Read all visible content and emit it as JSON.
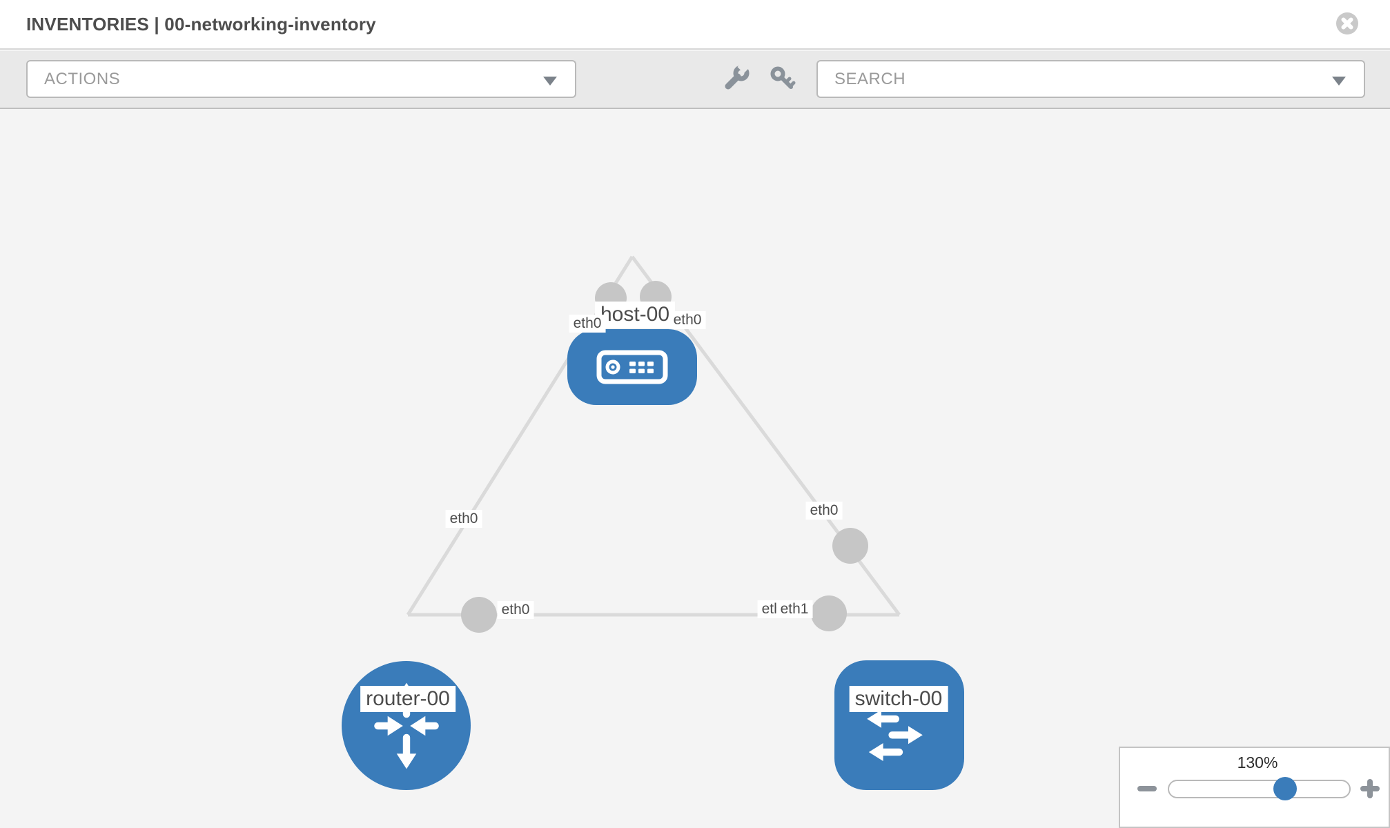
{
  "header": {
    "title": "INVENTORIES | 00-networking-inventory"
  },
  "toolbar": {
    "actions_label": "ACTIONS",
    "search_placeholder": "SEARCH"
  },
  "diagram": {
    "nodes": [
      {
        "id": "host-00",
        "type": "host",
        "label": "host-00"
      },
      {
        "id": "router-00",
        "type": "router",
        "label": "router-00"
      },
      {
        "id": "switch-00",
        "type": "switch",
        "label": "switch-00"
      }
    ],
    "links": [
      {
        "from": "host-00",
        "to": "router-00",
        "from_interface": "eth0",
        "to_interface": "eth0"
      },
      {
        "from": "host-00",
        "to": "switch-00",
        "from_interface": "eth0",
        "to_interface": "eth0"
      },
      {
        "from": "router-00",
        "to": "switch-00",
        "from_interface": "eth0",
        "to_interface": "eth1"
      }
    ],
    "interface_labels": {
      "host_router_host_side": "eth0",
      "host_router_router_side": "eth0",
      "host_switch_host_side": "eth0",
      "host_switch_switch_side": "eth0",
      "router_switch_router_side": "eth0",
      "router_switch_switch_side_back": "eth0",
      "router_switch_switch_side_front": "eth1"
    }
  },
  "zoom_widget": {
    "level": "130%",
    "percent": 130
  },
  "colors": {
    "node_blue": "#3a7cba",
    "link_gray": "#dadada",
    "port_gray": "#c6c6c6",
    "toolbar_icon_gray": "#8a929a"
  }
}
